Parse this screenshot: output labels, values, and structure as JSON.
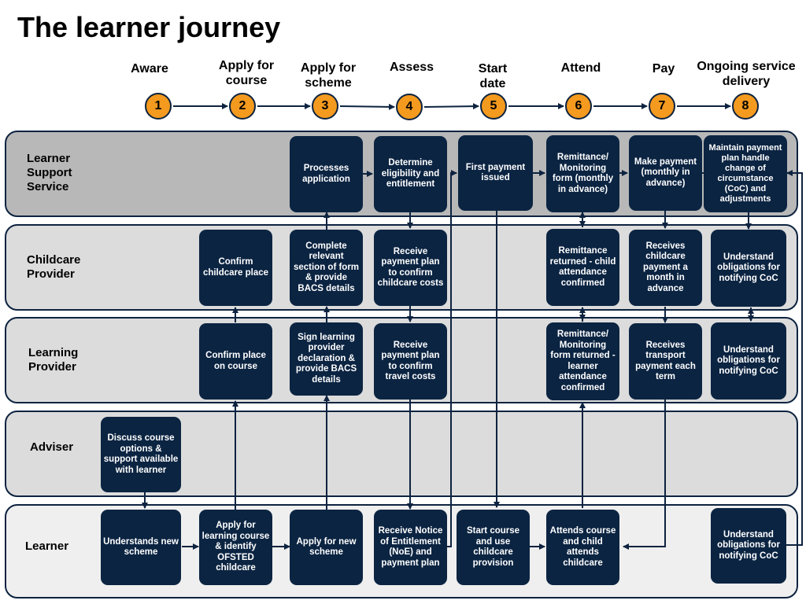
{
  "title": "The learner journey",
  "stages": [
    {
      "num": "1",
      "label": "Aware"
    },
    {
      "num": "2",
      "label": "Apply for\ncourse"
    },
    {
      "num": "3",
      "label": "Apply for\nscheme"
    },
    {
      "num": "4",
      "label": "Assess"
    },
    {
      "num": "5",
      "label": "Start\ndate"
    },
    {
      "num": "6",
      "label": "Attend"
    },
    {
      "num": "7",
      "label": "Pay"
    },
    {
      "num": "8",
      "label": "Ongoing service\ndelivery"
    }
  ],
  "lanes": [
    {
      "label": "Learner\nSupport\nService"
    },
    {
      "label": "Childcare\nProvider"
    },
    {
      "label": "Learning\nProvider"
    },
    {
      "label": "Adviser"
    },
    {
      "label": "Learner"
    }
  ],
  "boxes": {
    "processes_application": "Processes application",
    "determine_eligibility": "Determine eligibility and entitlement",
    "first_payment": "First payment issued",
    "remittance_form": "Remittance/ Monitoring form (monthly in advance)",
    "make_payment": "Make payment (monthly in advance)",
    "maintain_plan": "Maintain payment plan handle change of circumstance (CoC) and adjustments",
    "confirm_childcare": "Confirm childcare place",
    "complete_section": "Complete relevant section of form & provide BACS details",
    "receive_plan_childcare": "Receive payment plan to confirm childcare costs",
    "remittance_returned_child": "Remittance returned - child attendance confirmed",
    "receives_childcare_payment": "Receives childcare payment a month in advance",
    "understand_coc_childcare": "Understand obligations for notifying CoC",
    "confirm_course": "Confirm place on course",
    "sign_declaration": "Sign learning provider declaration & provide BACS details",
    "receive_plan_travel": "Receive payment plan to confirm travel costs",
    "remittance_returned_learner": "Remittance/ Monitoring form returned - learner attendance confirmed",
    "receives_transport": "Receives transport payment each term",
    "understand_coc_learning": "Understand obligations for notifying CoC",
    "discuss_options": "Discuss course options & support available with learner",
    "understands_scheme": "Understands new scheme",
    "apply_course": "Apply for learning course & identify OFSTED childcare",
    "apply_scheme": "Apply for new scheme",
    "receive_noe": "Receive Notice of Entitlement (NoE) and payment plan",
    "start_course": "Start course and use childcare provision",
    "attends": "Attends course and child attends childcare",
    "understand_coc_learner": "Understand obligations for notifying CoC"
  },
  "colors": {
    "box_fill": "#0b2442",
    "lane_dark": "#b8b8b8",
    "lane_light": "#dcdcdc",
    "lane_learner": "#efefef",
    "stage_circle": "#f39a1f",
    "outline": "#0d2340"
  }
}
